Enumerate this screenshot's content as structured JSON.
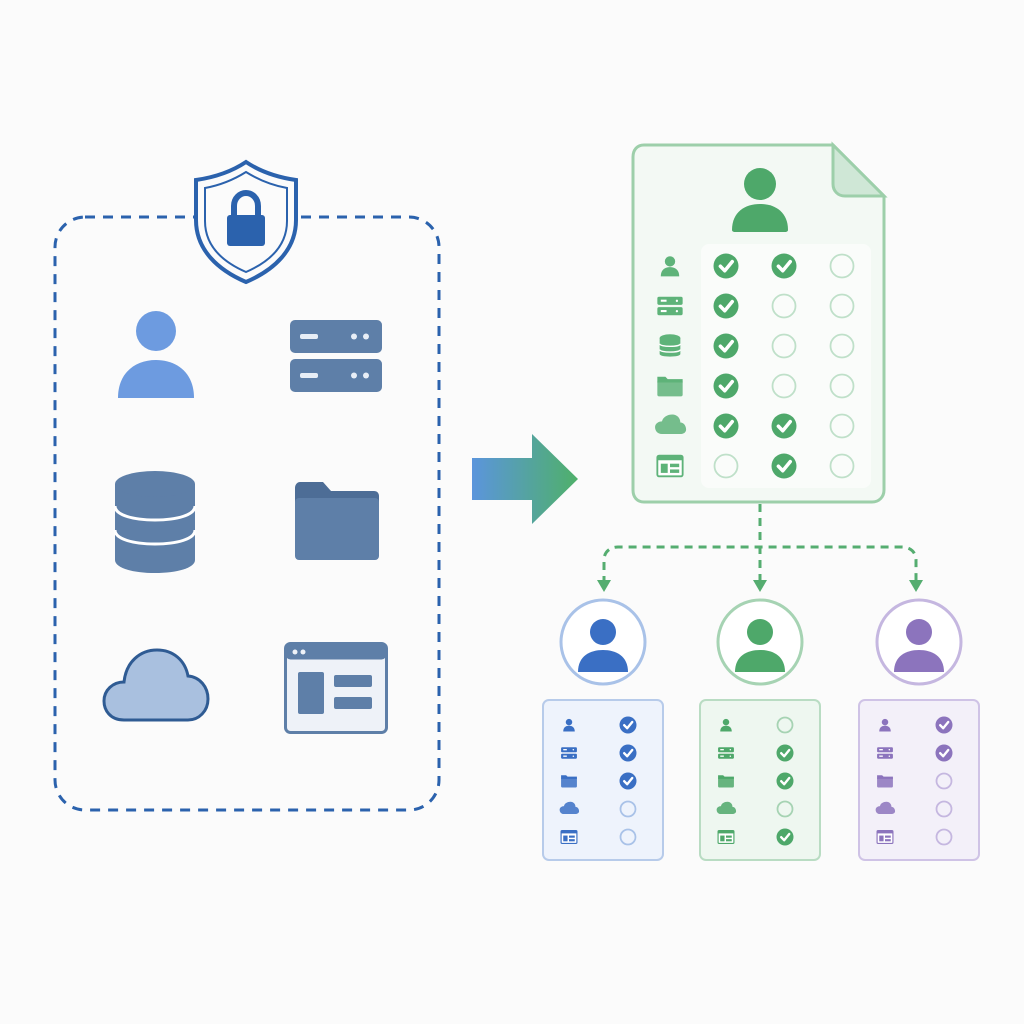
{
  "colors": {
    "blue": "#2b62ad",
    "blue_light": "#6d9be0",
    "slate": "#5e7fa8",
    "green": "#4ea86a",
    "green_light": "#dff0e3",
    "purple": "#8c74bd",
    "background": "#fbfbfb"
  },
  "resources_group": {
    "icons": [
      "user-icon",
      "server-icon",
      "database-icon",
      "folder-icon",
      "cloud-icon",
      "app-window-icon"
    ],
    "guard_icon": "shield-lock-icon"
  },
  "flow_arrow": {
    "icon": "arrow-right-icon"
  },
  "policy_document": {
    "owner_icon": "user-icon",
    "rows": [
      {
        "icon": "user-icon",
        "grants": [
          true,
          true,
          false
        ]
      },
      {
        "icon": "server-icon",
        "grants": [
          true,
          false,
          false
        ]
      },
      {
        "icon": "database-icon",
        "grants": [
          true,
          false,
          false
        ]
      },
      {
        "icon": "folder-icon",
        "grants": [
          true,
          false,
          false
        ]
      },
      {
        "icon": "cloud-icon",
        "grants": [
          true,
          true,
          false
        ]
      },
      {
        "icon": "app-window-icon",
        "grants": [
          false,
          true,
          false
        ]
      }
    ]
  },
  "role_users": [
    {
      "role": "blue",
      "color": "#3a6fc4",
      "ring": "#a9c2e8",
      "card_bg": "#eef3fc",
      "card_border": "#b7cbea",
      "grants": [
        true,
        true,
        true,
        false,
        false
      ]
    },
    {
      "role": "green",
      "color": "#4ea86a",
      "ring": "#a6d3b3",
      "card_bg": "#eef7f0",
      "card_border": "#b9dcc3",
      "grants": [
        false,
        true,
        true,
        false,
        true
      ]
    },
    {
      "role": "purple",
      "color": "#8c74bd",
      "ring": "#c5b7e0",
      "card_bg": "#f3f0f9",
      "card_border": "#cfc3e6",
      "grants": [
        true,
        true,
        false,
        false,
        false
      ]
    }
  ],
  "role_card_row_icons": [
    "user-icon",
    "server-icon",
    "folder-icon",
    "cloud-icon",
    "app-window-icon"
  ]
}
